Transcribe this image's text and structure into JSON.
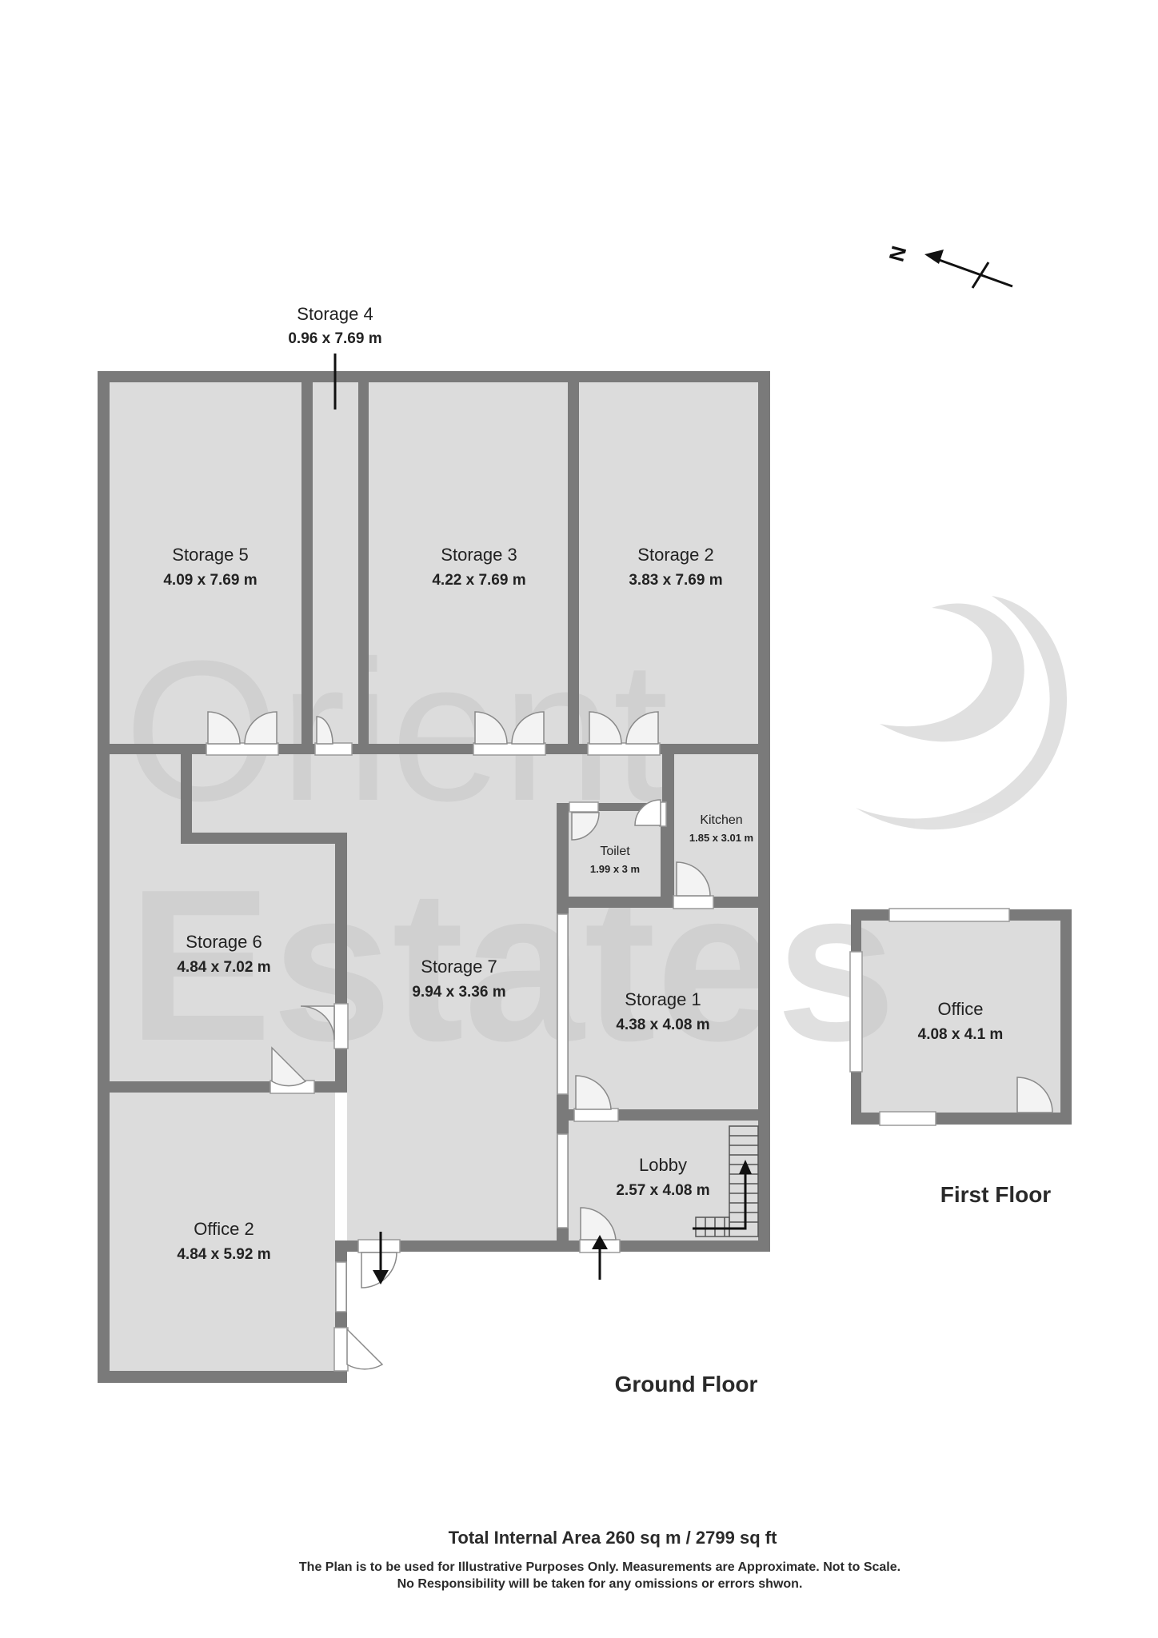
{
  "compass": {
    "label": "N",
    "icon": "north-arrow-icon"
  },
  "watermark": {
    "line1": "Orient",
    "line2": "Estates"
  },
  "colors": {
    "wall": "#7a7a7a",
    "floor": "#dcdcdc",
    "watermark": "#c8c8c8"
  },
  "ground_floor": {
    "label": "Ground Floor",
    "rooms": [
      {
        "id": "storage-4",
        "name": "Storage 4",
        "dims": "0.96 x 7.69 m"
      },
      {
        "id": "storage-5",
        "name": "Storage 5",
        "dims": "4.09 x 7.69 m"
      },
      {
        "id": "storage-3",
        "name": "Storage 3",
        "dims": "4.22 x 7.69 m"
      },
      {
        "id": "storage-2",
        "name": "Storage 2",
        "dims": "3.83 x 7.69 m"
      },
      {
        "id": "kitchen",
        "name": "Kitchen",
        "dims": "1.85 x 3.01 m"
      },
      {
        "id": "toilet",
        "name": "Toilet",
        "dims": "1.99 x 3 m"
      },
      {
        "id": "storage-6",
        "name": "Storage 6",
        "dims": "4.84 x 7.02 m"
      },
      {
        "id": "storage-7",
        "name": "Storage 7",
        "dims": "9.94 x 3.36 m"
      },
      {
        "id": "storage-1",
        "name": "Storage 1",
        "dims": "4.38 x 4.08 m"
      },
      {
        "id": "lobby",
        "name": "Lobby",
        "dims": "2.57 x 4.08 m"
      },
      {
        "id": "office-2",
        "name": "Office 2",
        "dims": "4.84 x 5.92 m"
      }
    ]
  },
  "first_floor": {
    "label": "First Floor",
    "rooms": [
      {
        "id": "office",
        "name": "Office",
        "dims": "4.08 x 4.1 m"
      }
    ]
  },
  "footer": {
    "total_area": "Total Internal Area 260 sq m / 2799 sq ft",
    "disclaimer_1": "The Plan is to be used for Illustrative Purposes Only. Measurements are Approximate. Not to Scale.",
    "disclaimer_2": "No Responsibility will be taken for any omissions or errors shwon."
  }
}
